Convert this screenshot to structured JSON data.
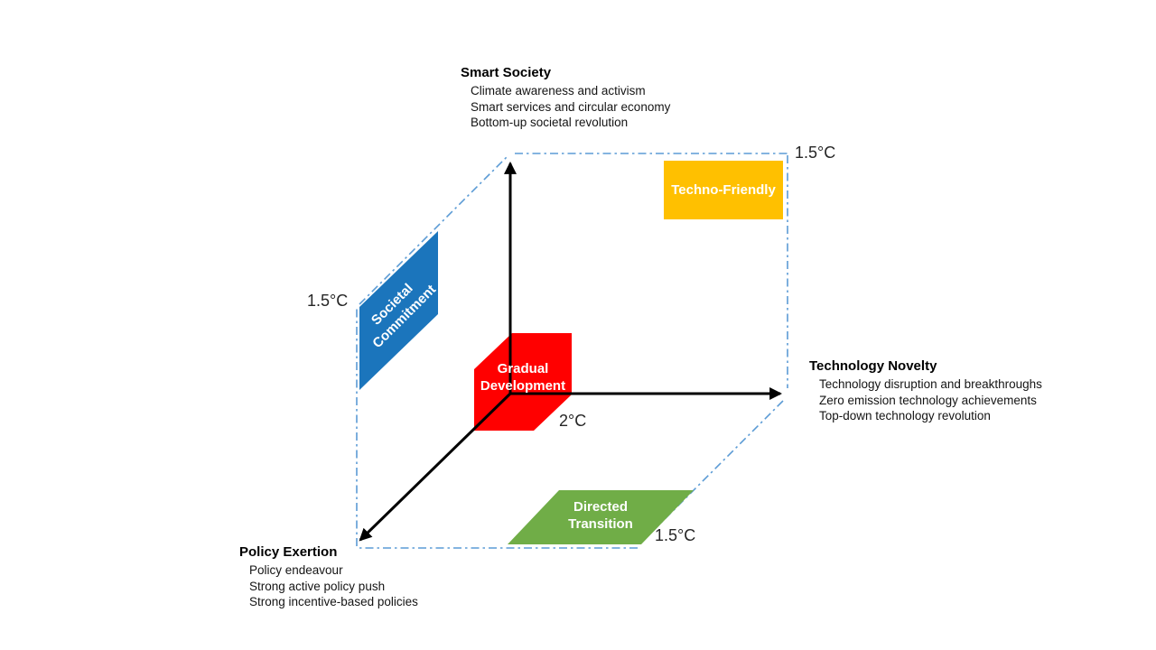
{
  "diagram": {
    "axes": {
      "society": {
        "title": "Smart Society",
        "subtitle_lines": [
          "Climate awareness and activism",
          "Smart services and circular economy",
          "Bottom-up societal revolution"
        ]
      },
      "technology": {
        "title": "Technology Novelty",
        "subtitle_lines": [
          "Technology disruption and breakthroughs",
          "Zero emission technology achievements",
          "Top-down technology revolution"
        ]
      },
      "policy": {
        "title": "Policy Exertion",
        "subtitle_lines": [
          "Policy endeavour",
          "Strong active policy push",
          "Strong incentive-based policies"
        ]
      }
    },
    "scenarios": {
      "techno_friendly": {
        "label": "Techno-Friendly",
        "color": "#FFC000"
      },
      "societal_commitment": {
        "label_line1": "Societal",
        "label_line2": "Commitment",
        "color": "#1B75BC"
      },
      "gradual_development": {
        "label_line1": "Gradual",
        "label_line2": "Development",
        "color": "#FF0000"
      },
      "directed_transition": {
        "label_line1": "Directed",
        "label_line2": "Transition",
        "color": "#70AD47"
      }
    },
    "temperatures": {
      "top_right": "1.5°C",
      "left_mid": "1.5°C",
      "bottom_right": "1.5°C",
      "origin": "2°C"
    },
    "colors": {
      "axis": "#000000",
      "dashed_outline": "#5B9BD5",
      "scenario_text": "#FFFFFF"
    }
  }
}
